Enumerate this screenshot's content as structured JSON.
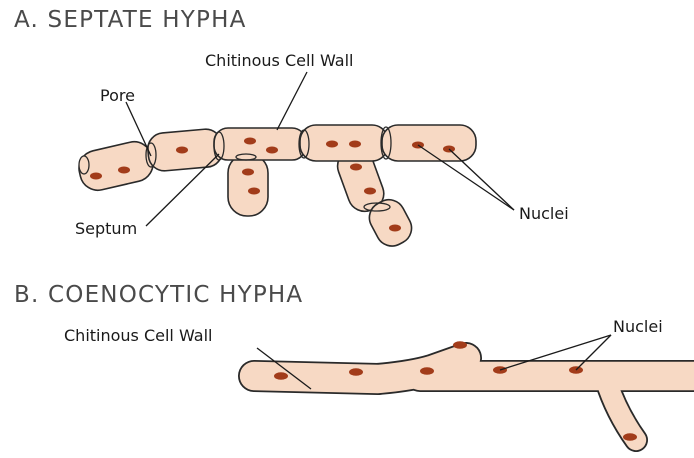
{
  "section_a": {
    "title": "A. SEPTATE HYPHA",
    "labels": {
      "cell_wall": "Chitinous Cell Wall",
      "pore": "Pore",
      "septum": "Septum",
      "nuclei": "Nuclei"
    }
  },
  "section_b": {
    "title": "B. COENOCYTIC HYPHA",
    "labels": {
      "cell_wall": "Chitinous Cell Wall",
      "nuclei": "Nuclei"
    }
  },
  "colors": {
    "cytoplasm": "#f7d9c4",
    "outline": "#2a2a2a",
    "nucleus": "#a23c1a",
    "title_text": "#4a4a4a"
  }
}
